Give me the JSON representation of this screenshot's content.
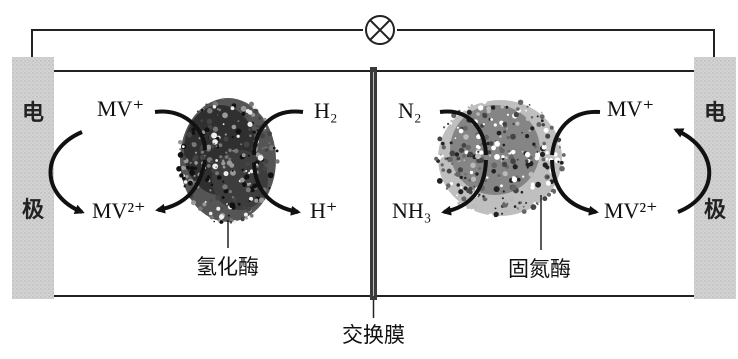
{
  "circuit": {
    "meter_symbol": "⊗"
  },
  "left_electrode": {
    "char_top": "电",
    "char_bottom": "极"
  },
  "right_electrode": {
    "char_top": "电",
    "char_bottom": "极"
  },
  "left_chamber": {
    "mv_plus": "MV⁺",
    "mv_2plus": "MV²⁺",
    "h2": "H₂",
    "h_plus": "H⁺",
    "enzyme_label": "氢化酶"
  },
  "right_chamber": {
    "n2": "N₂",
    "nh3": "NH₃",
    "mv_plus": "MV⁺",
    "mv_2plus": "MV²⁺",
    "enzyme_label": "固氮酶"
  },
  "membrane": {
    "label": "交换膜"
  },
  "colors": {
    "line": "#222222",
    "electrode": "#c9c9c9",
    "enzyme": "#333333"
  }
}
